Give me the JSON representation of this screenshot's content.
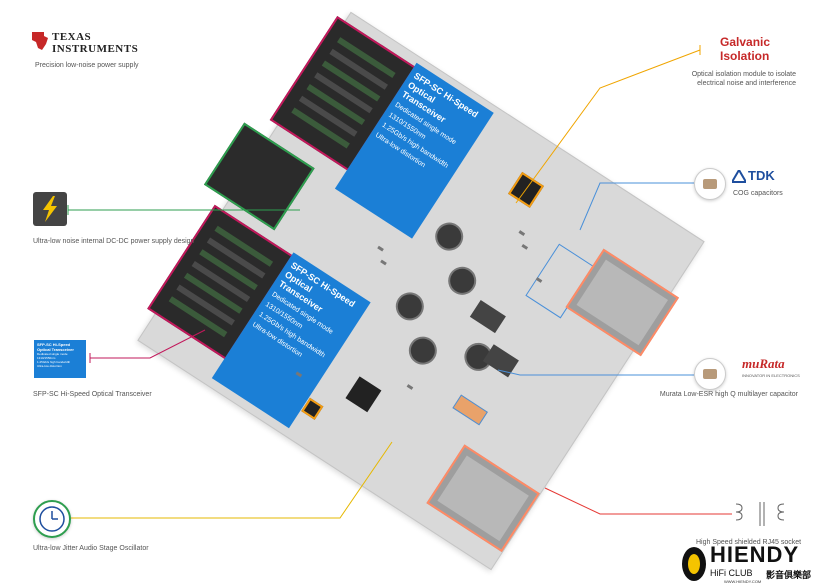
{
  "brands": {
    "ti_line1": "TEXAS",
    "ti_line2": "INSTRUMENTS",
    "galvanic_line1": "Galvanic",
    "galvanic_line2": "Isolation",
    "tdk": "TDK",
    "murata": "muRata",
    "murata_sub": "INNOVATOR IN ELECTRONICS",
    "hiendy_big": "HIENDY",
    "hiendy_small_left": "HiFi CLUB",
    "hiendy_cjk": "影音俱樂部",
    "hiendy_url": "WWW.HIENDY.COM"
  },
  "captions": {
    "ti": "Precision low-noise power supply",
    "galvanic": [
      "Optical isolation module to isolate",
      "electrical noise and interference"
    ],
    "tdk": "COG capacitors",
    "dcdc": "Ultra-low noise internal DC-DC power supply design",
    "sfp": "SFP-SC Hi-Speed Optical Transceiver",
    "murata": "Murata Low-ESR high Q multilayer capacitor",
    "oscillator": "Ultra-low Jitter Audio Stage Oscillator",
    "rj45": "High Speed shielded RJ45 socket"
  },
  "sfp_card": {
    "title1": "SFP-SC Hi-Speed",
    "title2": "Optical Transceiver",
    "line1": "Dedicated single mode",
    "line2": "1310/1550nm",
    "line3": "1.25Gb/s high bandwidth",
    "line4": "Ultra-low distortion"
  },
  "sfp_icon": {
    "title1": "SFP-SC Hi-Speed",
    "title2": "Optical Transceiver",
    "line1": "Dedicated single mode",
    "line2": "1310/1550nm",
    "line3": "1.25Gb/s high bandwidth",
    "line4": "Ultra-low distortion"
  },
  "colors": {
    "ti_red": "#c62828",
    "galvanic_red": "#c62828",
    "tdk_blue": "#1e4e9e",
    "sfp_blue": "#1b7fd6",
    "line_green": "#2e9e4f",
    "line_orange": "#f0a500",
    "line_blue": "#4a90d9",
    "line_magenta": "#c2185b",
    "line_yellow": "#e6b800",
    "line_red": "#e53935"
  }
}
